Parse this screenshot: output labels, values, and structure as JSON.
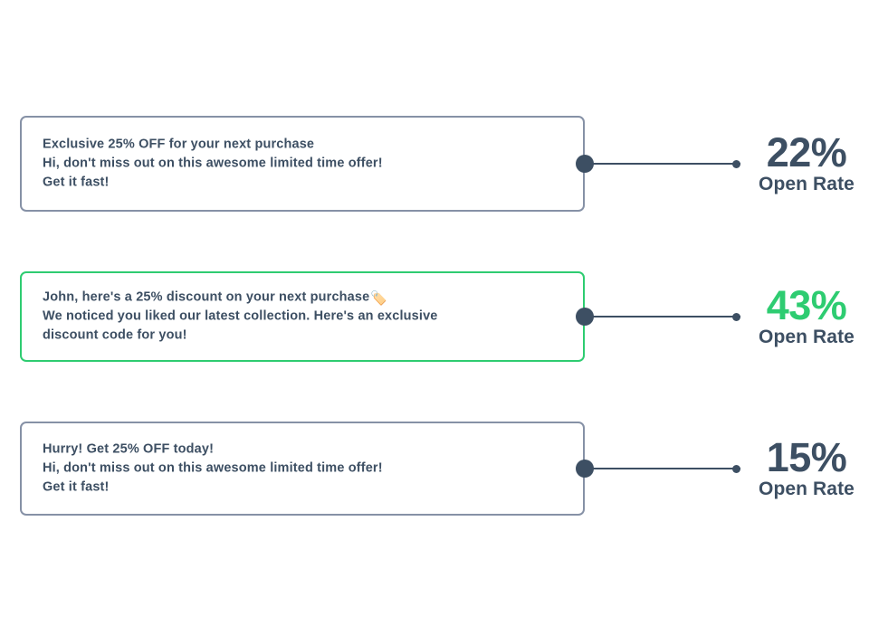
{
  "colors": {
    "text_dark": "#3d4f63",
    "card_border": "#8691a6",
    "highlight_border": "#2ecc71",
    "accent": "#2ecc71",
    "background": "#ffffff"
  },
  "rows": [
    {
      "id": "variant-a",
      "highlighted": false,
      "email": {
        "subject": "Exclusive 25% OFF for your next purchase",
        "preview_line_1": "Hi, don't miss out on this awesome limited time offer!",
        "preview_line_2": "Get it fast!",
        "emoji": ""
      },
      "metric": {
        "value": "22%",
        "label": "Open Rate",
        "accent": false
      }
    },
    {
      "id": "variant-b",
      "highlighted": true,
      "email": {
        "subject": "John, here's a 25% discount on your next purchase",
        "preview_line_1": "We noticed you liked our latest collection. Here's an exclusive",
        "preview_line_2": "discount code for you!",
        "emoji": "🏷️"
      },
      "metric": {
        "value": "43%",
        "label": "Open Rate",
        "accent": true
      }
    },
    {
      "id": "variant-c",
      "highlighted": false,
      "email": {
        "subject": "Hurry! Get 25% OFF today!",
        "preview_line_1": "Hi, don't miss out on this awesome limited time offer!",
        "preview_line_2": "Get it fast!",
        "emoji": ""
      },
      "metric": {
        "value": "15%",
        "label": "Open Rate",
        "accent": false
      }
    }
  ],
  "chart_data": {
    "type": "bar",
    "title": "",
    "xlabel": "",
    "ylabel": "Open Rate",
    "categories": [
      "Exclusive 25% OFF for your next purchase",
      "John, here's a 25% discount on your next purchase",
      "Hurry! Get 25% OFF today!"
    ],
    "values": [
      22,
      43,
      15
    ],
    "value_labels": [
      "22%",
      "43%",
      "15%"
    ],
    "unit": "%",
    "ylim": [
      0,
      100
    ],
    "grid": false,
    "legend": "none",
    "highlighted_index": 1
  }
}
